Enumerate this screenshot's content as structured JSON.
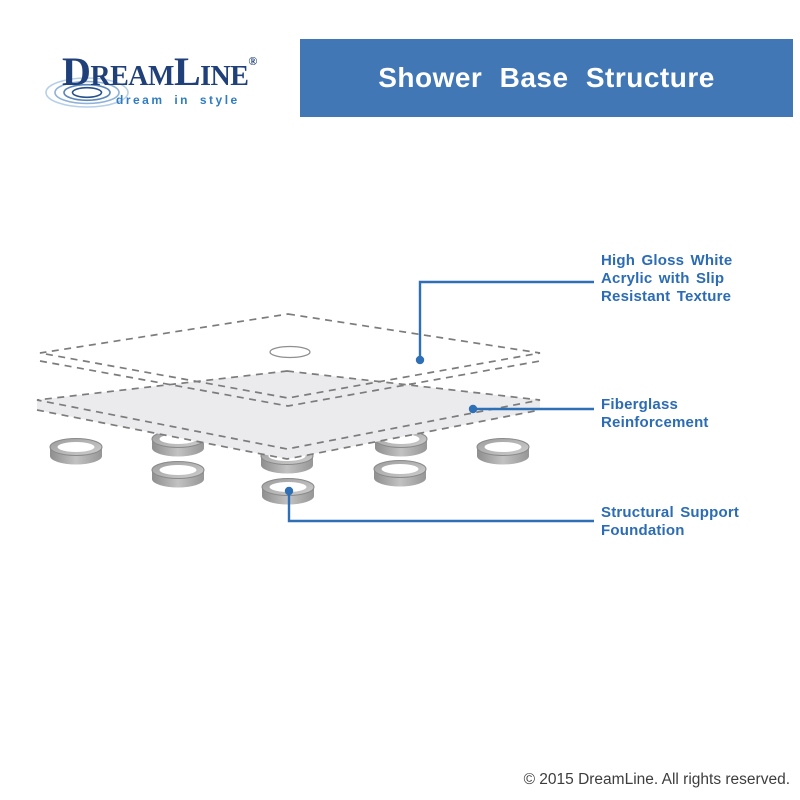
{
  "logo": {
    "wordmark_d": "D",
    "wordmark_ream": "REAM",
    "wordmark_l": "L",
    "wordmark_ine": "INE",
    "registered": "®",
    "tagline": "dream in style"
  },
  "banner": {
    "title": "Shower Base Structure"
  },
  "callouts": {
    "acrylic": {
      "label": "High Gloss White\nAcrylic with Slip\nResistant Texture"
    },
    "fiberglass": {
      "label": "Fiberglass\nReinforcement"
    },
    "foundation": {
      "label": "Structural Support\nFoundation"
    }
  },
  "footer": {
    "copyright": "© 2015 DreamLine. All rights reserved."
  },
  "colors": {
    "banner_bg": "#4177b5",
    "banner_text": "#ffffff",
    "logo_navy": "#20407a",
    "tagline_blue": "#2f7cc2",
    "callout_blue": "#2e6fb6",
    "label_blue": "#2b6cb4",
    "layer_fill": "#ebebee",
    "dash_gray": "#7c7c7c",
    "ring_gray": "#a3a3a3",
    "footer_text": "#3d3d3d"
  }
}
